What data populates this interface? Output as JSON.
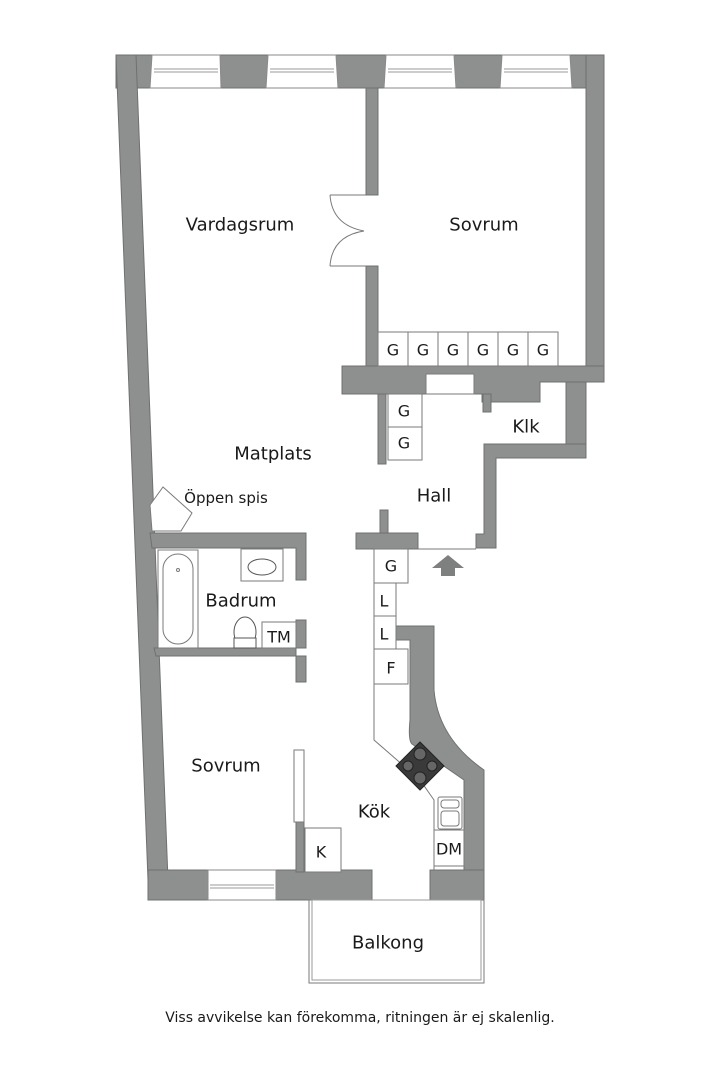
{
  "colors": {
    "wall": "#8e9090",
    "wall_stroke": "#6f7171",
    "background": "#ffffff",
    "stove": "#3a3a3a",
    "line": "#7a7a7a"
  },
  "rooms": {
    "vardagsrum": "Vardagsrum",
    "sovrum_1": "Sovrum",
    "matplats": "Matplats",
    "oppen_spis": "Öppen spis",
    "hall": "Hall",
    "klk": "Klk",
    "badrum": "Badrum",
    "sovrum_2": "Sovrum",
    "kok": "Kök",
    "balkong": "Balkong"
  },
  "fixtures": {
    "bedroom_wardrobes": [
      "G",
      "G",
      "G",
      "G",
      "G",
      "G"
    ],
    "hall_wardrobes": [
      "G",
      "G"
    ],
    "kitchen_column": [
      "G",
      "L",
      "L",
      "F"
    ],
    "tm": "TM",
    "dm": "DM",
    "k": "K"
  },
  "icons": {
    "entrance": "entrance-arrow-icon"
  },
  "disclaimer": "Viss avvikelse kan förekomma, ritningen är ej skalenlig."
}
